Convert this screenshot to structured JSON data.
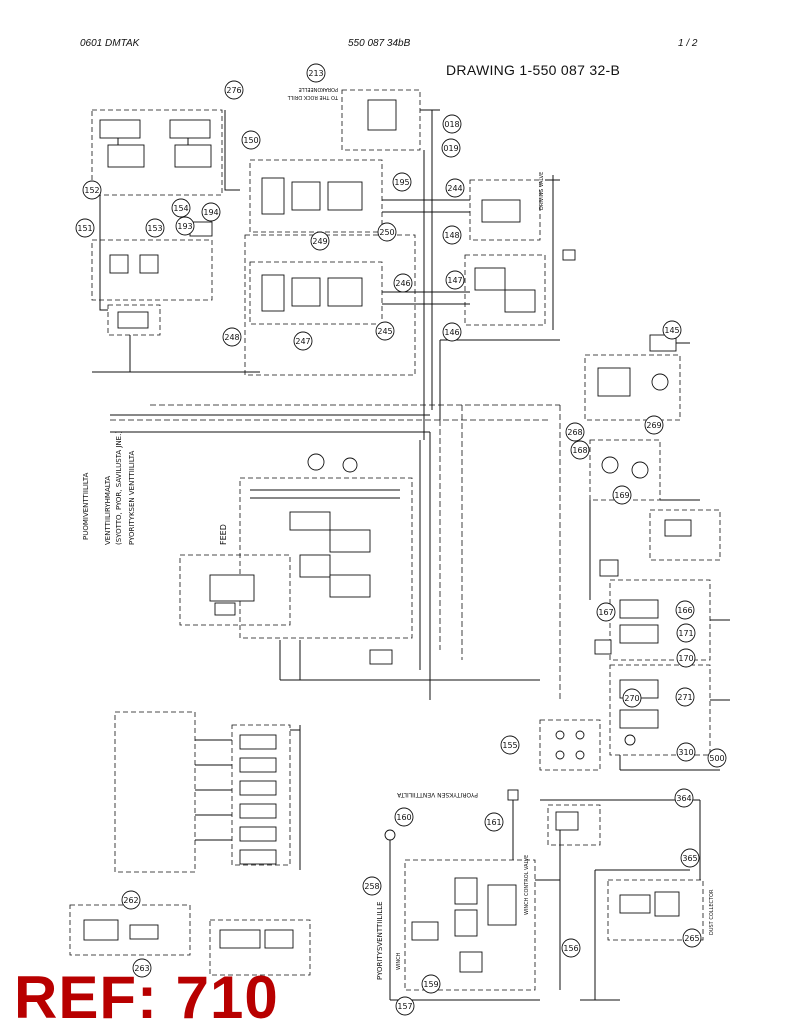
{
  "header": {
    "left": "0601   DMTAK",
    "middle": "550 087 34bB",
    "right": "1 /  2"
  },
  "drawing_title": "DRAWING 1-550 087 32-B",
  "ref_stamp": "REF: 710",
  "callouts": [
    "276",
    "213",
    "018",
    "019",
    "150",
    "151",
    "152",
    "153",
    "154",
    "193",
    "194",
    "195",
    "248",
    "249",
    "250",
    "247",
    "245",
    "246",
    "244",
    "148",
    "147",
    "146",
    "145",
    "269",
    "268",
    "168",
    "169",
    "167",
    "166",
    "171",
    "170",
    "271",
    "270",
    "310",
    "500",
    "364",
    "365",
    "155",
    "161",
    "160",
    "258",
    "157",
    "159",
    "156",
    "262",
    "263",
    "265"
  ],
  "vertical_labels": {
    "puomi": "PUOMIVENTTIILILTA",
    "venttiili": "VENTTIILIRYHMALTA",
    "syotto": "(SYOTTO, PYOR, SAVILUSTA JNE.)",
    "pyoritys": "PYORITYKSEN VENTTIILILTA",
    "pyoritys_valve": "PYORITYSVENTTIILILLE",
    "feed": "FEED"
  },
  "rotated_labels": {
    "rock_drill": "PORAKONEELLE",
    "to_rock_drill": "TO THE ROCK DRILL",
    "pyoritys_top": "PYORITYKSEN VENTTIILILTA",
    "drive_valve": "DRIVING VALVE",
    "dust_collector": "DUST COLLECTOR",
    "winch": "WINCH",
    "winch_valve": "WINCH CONTROL VALVE"
  }
}
